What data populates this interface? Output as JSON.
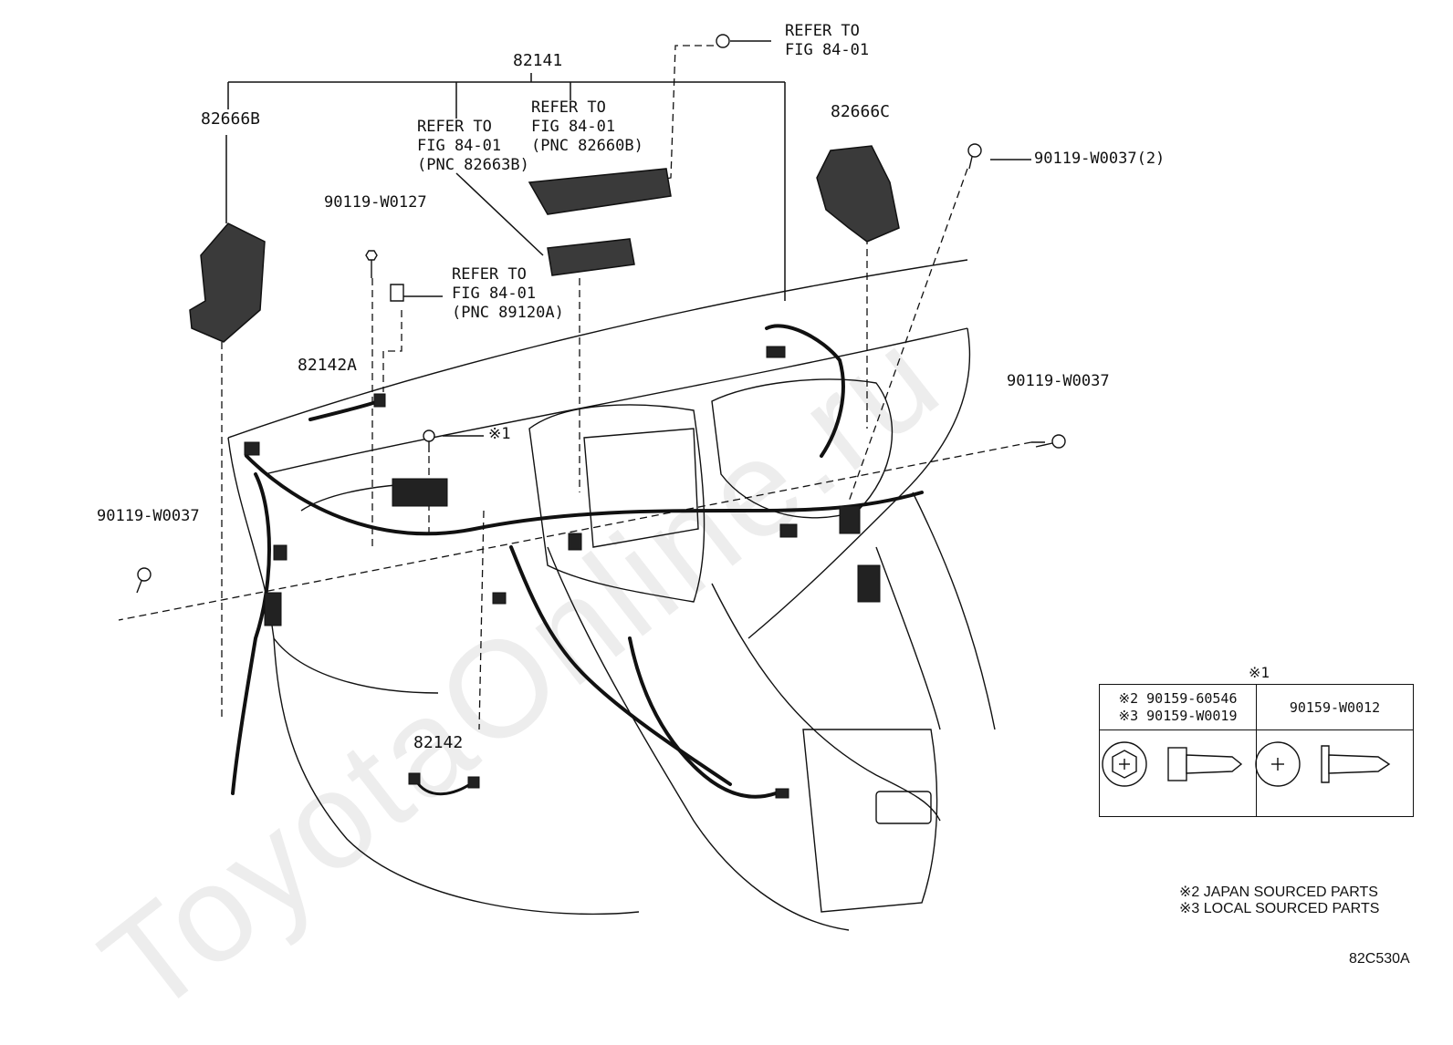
{
  "watermark": "ToyotaOnline.ru",
  "labels": {
    "pn_82141": "82141",
    "pn_82666b": "82666B",
    "pn_82666c": "82666C",
    "pn_82142a": "82142A",
    "pn_82142": "82142",
    "pn_90119_w0127": "90119-W0127",
    "pn_90119_w0037_2": "90119-W0037(2)",
    "pn_90119_w0037_right": "90119-W0037",
    "pn_90119_w0037_left": "90119-W0037",
    "ref_top": "REFER TO\nFIG 84-01",
    "ref_82663b": "REFER TO\nFIG 84-01\n(PNC 82663B)",
    "ref_82660b": "REFER TO\nFIG 84-01\n(PNC 82660B)",
    "ref_89120a": "REFER TO\nFIG 84-01\n(PNC 89120A)",
    "mark_1": "※1"
  },
  "spec_table": {
    "title": "※1",
    "col1_line1": "※2 90159-60546",
    "col1_line2": "※3 90159-W0019",
    "col2": "90159-W0012"
  },
  "notes": {
    "note2": "※2 JAPAN SOURCED PARTS",
    "note3": "※3 LOCAL SOURCED PARTS"
  },
  "figure_id": "82C530A"
}
